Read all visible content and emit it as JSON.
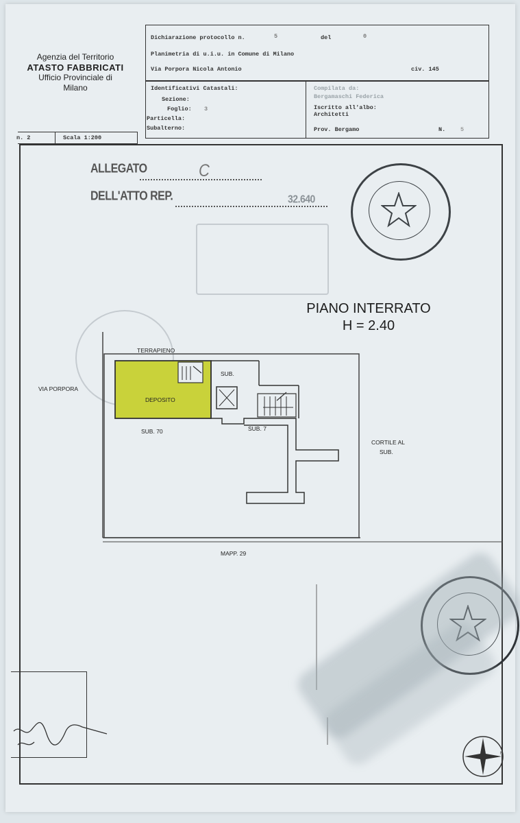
{
  "header": {
    "agency_line1": "Agenzia del Territorio",
    "agency_line2": "ATASTO FABBRICATI",
    "agency_line3": "Ufficio Provinciale di",
    "agency_line4": "Milano",
    "declaration_label": "Dichiarazione protocollo n.",
    "declaration_number": "5",
    "date_label": "del",
    "date_value": "0",
    "plan_line": "Planimetria di u.i.u. in Comune di Milano",
    "address": "Via Porpora Nicola Antonio",
    "civ": "civ. 145",
    "identifiers_label": "Identificativi Catastali:",
    "sezione_label": "Sezione:",
    "foglio_label": "Foglio:",
    "foglio_value": "3",
    "particella_label": "Particella:",
    "subalterno_label": "Subalterno:",
    "compilata_label": "Compilata da:",
    "compilata_value": "Bergamaschi Federica",
    "albo_label": "Iscritto all'albo:",
    "albo_value": "Architetti",
    "prov_label": "Prov. Bergamo",
    "prov_n": "N.",
    "prov_n_value": "5",
    "scheda": "n. 2",
    "scale": "Scala 1:200"
  },
  "annotations": {
    "allegato_label": "ALLEGATO",
    "allegato_value": "C",
    "atto_label": "DELL'ATTO REP.",
    "atto_value": "32.640"
  },
  "plan": {
    "title_line1": "PIANO INTERRATO",
    "title_line2": "H = 2.40",
    "terrapieno": "TERRAPIENO",
    "via_porpora": "VIA PORPORA",
    "deposito": "DEPOSITO",
    "sub_top": "SUB.",
    "sub_left": "SUB. 70",
    "sub_right": "SUB. 7",
    "cortile_line1": "CORTILE AL",
    "cortile_line2": "SUB.",
    "mapp": "MAPP. 29"
  },
  "colors": {
    "paper": "#e9eef1",
    "ink": "#2a2d30",
    "deposito_fill": "#c9d23a",
    "stamp_ink": "#3d4246"
  }
}
